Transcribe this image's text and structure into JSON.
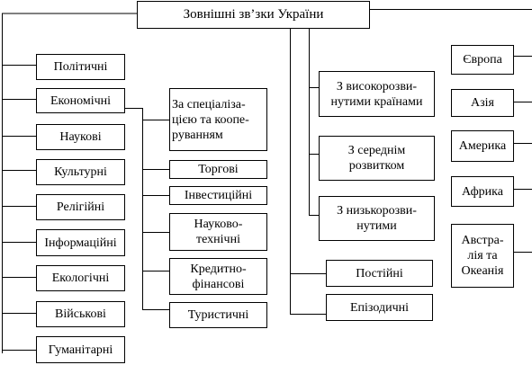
{
  "title": "Зовнішні зв’зки України",
  "kinds": [
    "Політичні",
    "Економічні",
    "Наукові",
    "Культурні",
    "Релігійні",
    "Інформаційні",
    "Екологічні",
    "Військові",
    "Гуманітарні"
  ],
  "economic_subtypes": [
    "За спеціаліза-\nцією та коопе-\nруванням",
    "Торгові",
    "Інвестиційні",
    "Науково-\nтехнічні",
    "Кредитно-\nфінансові",
    "Туристичні"
  ],
  "by_development": [
    "З високорозви-\nнутими країнами",
    "З середнім\nрозвитком",
    "З низькорозви-\nнутими"
  ],
  "by_regularity": [
    "Постійні",
    "Епізодичні"
  ],
  "regions": [
    "Європа",
    "Азія",
    "Америка",
    "Африка",
    "Австра-\nлія та\nОкеанія"
  ]
}
